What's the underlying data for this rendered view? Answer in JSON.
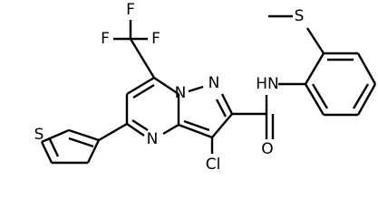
{
  "molecule": {
    "atom_labels": {
      "fluorine_top": "F",
      "fluorine_left": "F",
      "fluorine_right": "F",
      "nitrogen_bridgehead": "N",
      "nitrogen_pyrazole": "N",
      "nitrogen_pyrimidine": "N",
      "amide_nh": "HN",
      "thioether_sulfur": "S",
      "thiophene_sulfur": "S",
      "carbonyl_oxygen": "O",
      "chlorine": "Cl"
    }
  },
  "colors": {
    "bond": "#000000",
    "label": "#000000",
    "background": "#ffffff"
  }
}
